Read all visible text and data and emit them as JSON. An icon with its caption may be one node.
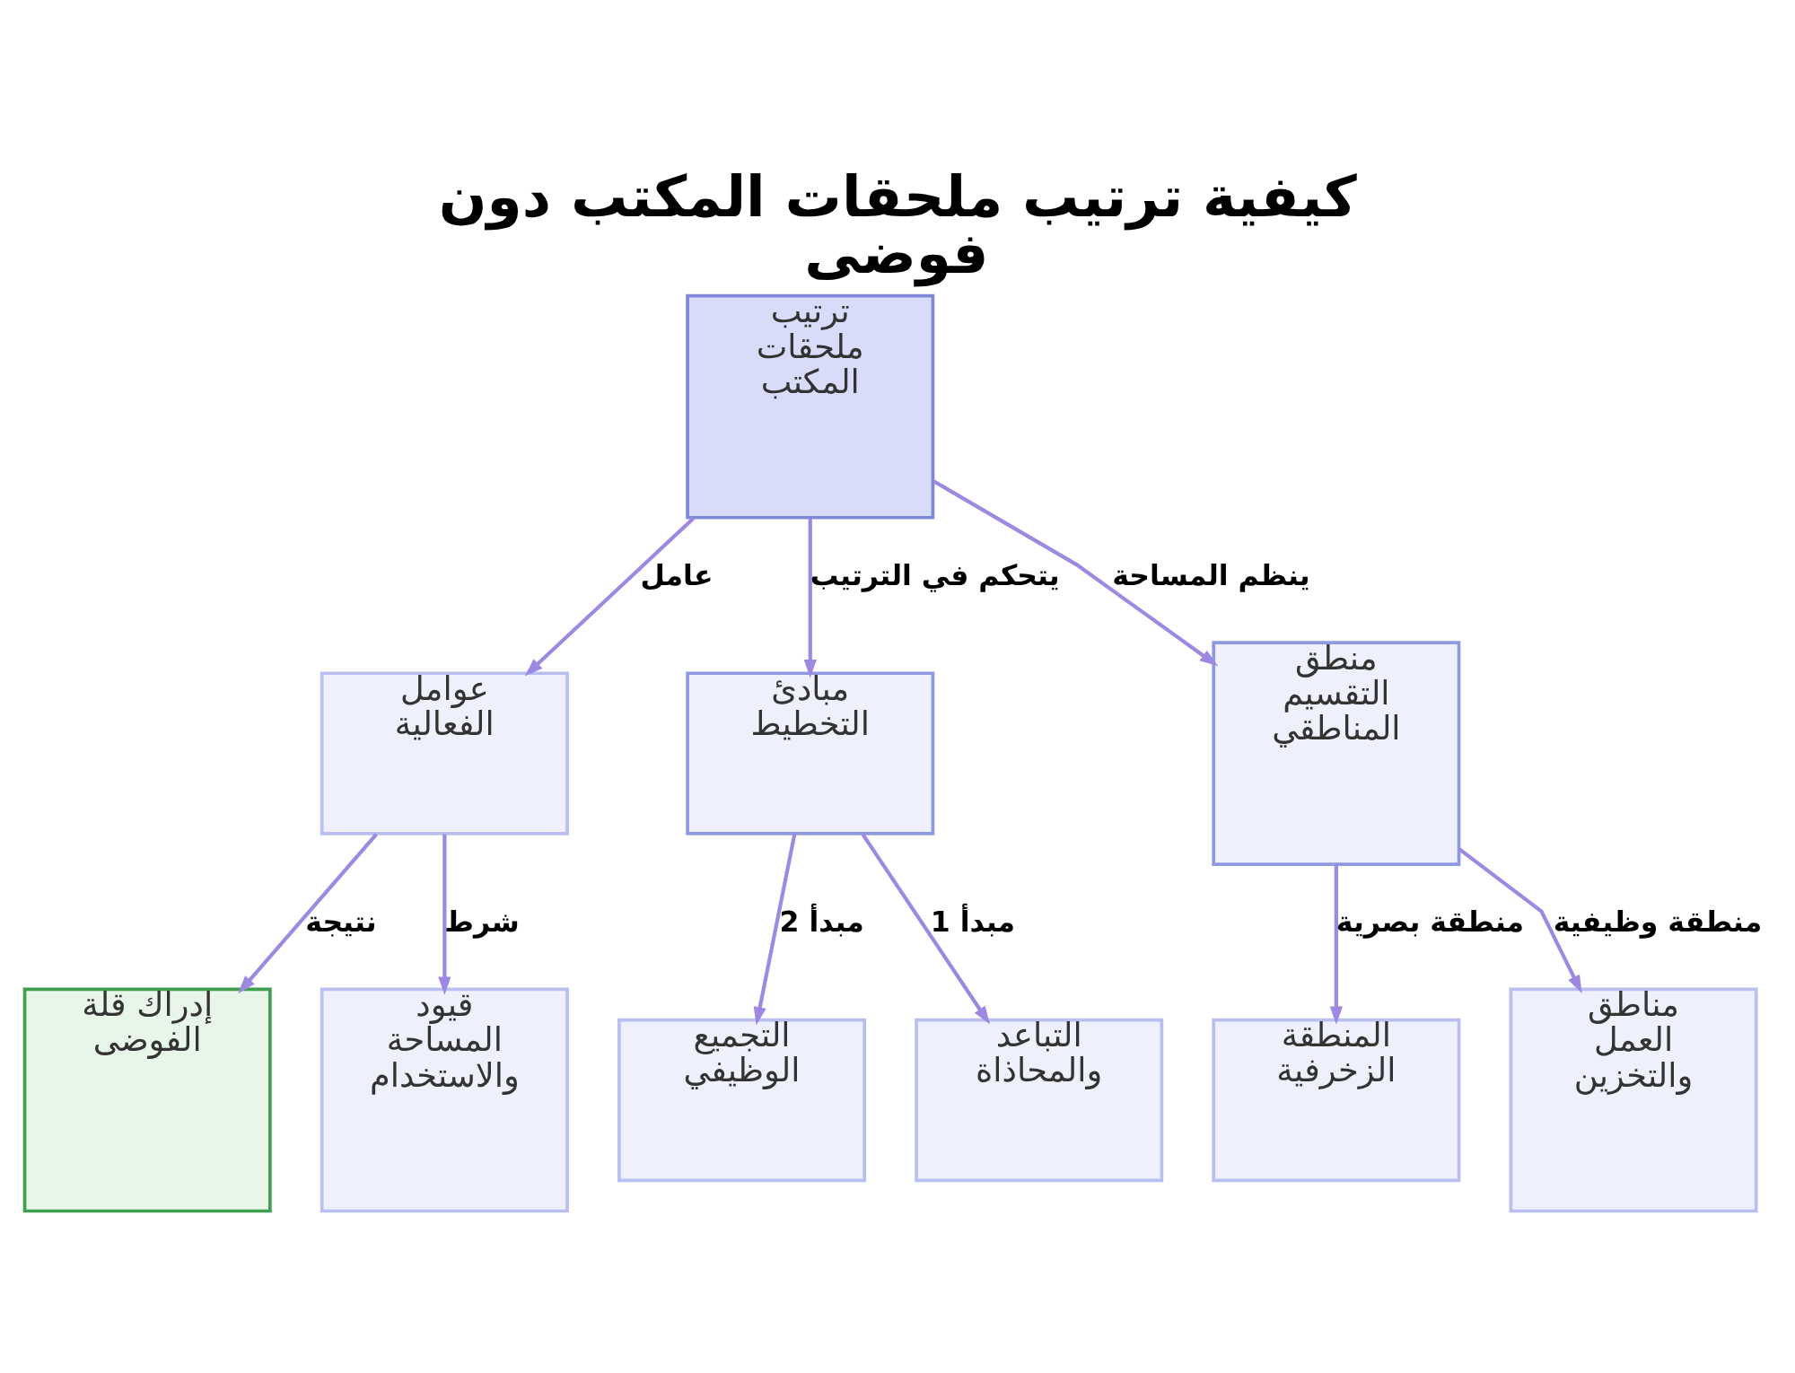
{
  "diagram": {
    "title": "كيفية ترتيب ملحقات المكتب دون فوضى",
    "nodes": [
      {
        "text": [
          "ترتيب ملحقات المكتب"
        ]
      },
      {
        "text": [
          "عوامل الفعالية"
        ]
      },
      {
        "text": [
          "مبادئ التخطيط"
        ]
      },
      {
        "text": [
          "منطق التقسيم المناطقي"
        ]
      },
      {
        "text": [
          "إدراك قلة الفوضى"
        ]
      },
      {
        "text": [
          "قيود المساحة والاستخدام"
        ]
      },
      {
        "text": [
          "التجميع الوظيفي"
        ]
      },
      {
        "text": [
          "التباعد والمحاذاة"
        ]
      },
      {
        "text": [
          "المنطقة الزخرفية"
        ]
      },
      {
        "text": [
          "مناطق العمل والتخزين"
        ]
      }
    ],
    "edges": [
      {
        "from": 0,
        "to": 1,
        "arrow": "to",
        "label": "عامل"
      },
      {
        "from": 0,
        "to": 2,
        "arrow": "to",
        "label": "يتحكم في الترتيب"
      },
      {
        "from": 0,
        "to": 3,
        "arrow": "to",
        "label": "ينظم المساحة"
      },
      {
        "from": 1,
        "to": 4,
        "arrow": "to",
        "label": "نتيجة"
      },
      {
        "from": 1,
        "to": 5,
        "arrow": "to",
        "label": "شرط"
      },
      {
        "from": 2,
        "to": 6,
        "arrow": "to",
        "label": "مبدأ 2"
      },
      {
        "from": 2,
        "to": 7,
        "arrow": "to",
        "label": "مبدأ 1"
      },
      {
        "from": 3,
        "to": 8,
        "arrow": "to",
        "label": "منطقة بصرية"
      },
      {
        "from": 3,
        "to": 9,
        "arrow": "to",
        "label": "منطقة وظيفية"
      }
    ]
  }
}
